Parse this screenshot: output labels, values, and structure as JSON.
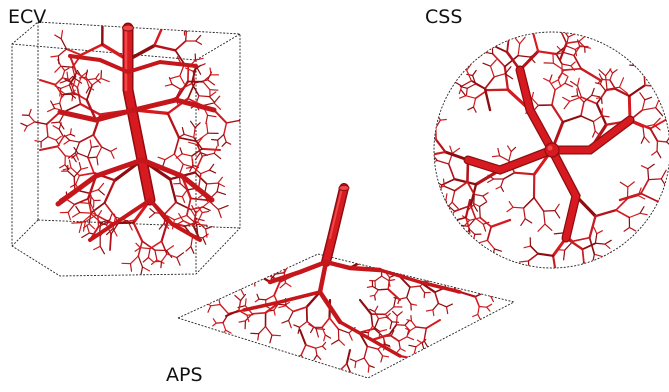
{
  "panels": [
    {
      "id": "ecv",
      "label": "ECV"
    },
    {
      "id": "css",
      "label": "CSS"
    },
    {
      "id": "aps",
      "label": "APS"
    }
  ],
  "colors": {
    "vessel": "#d61a1f",
    "vessel_dark": "#8e0d10",
    "vessel_light": "#f0474a",
    "outline": "#222222",
    "background": "#ffffff"
  }
}
